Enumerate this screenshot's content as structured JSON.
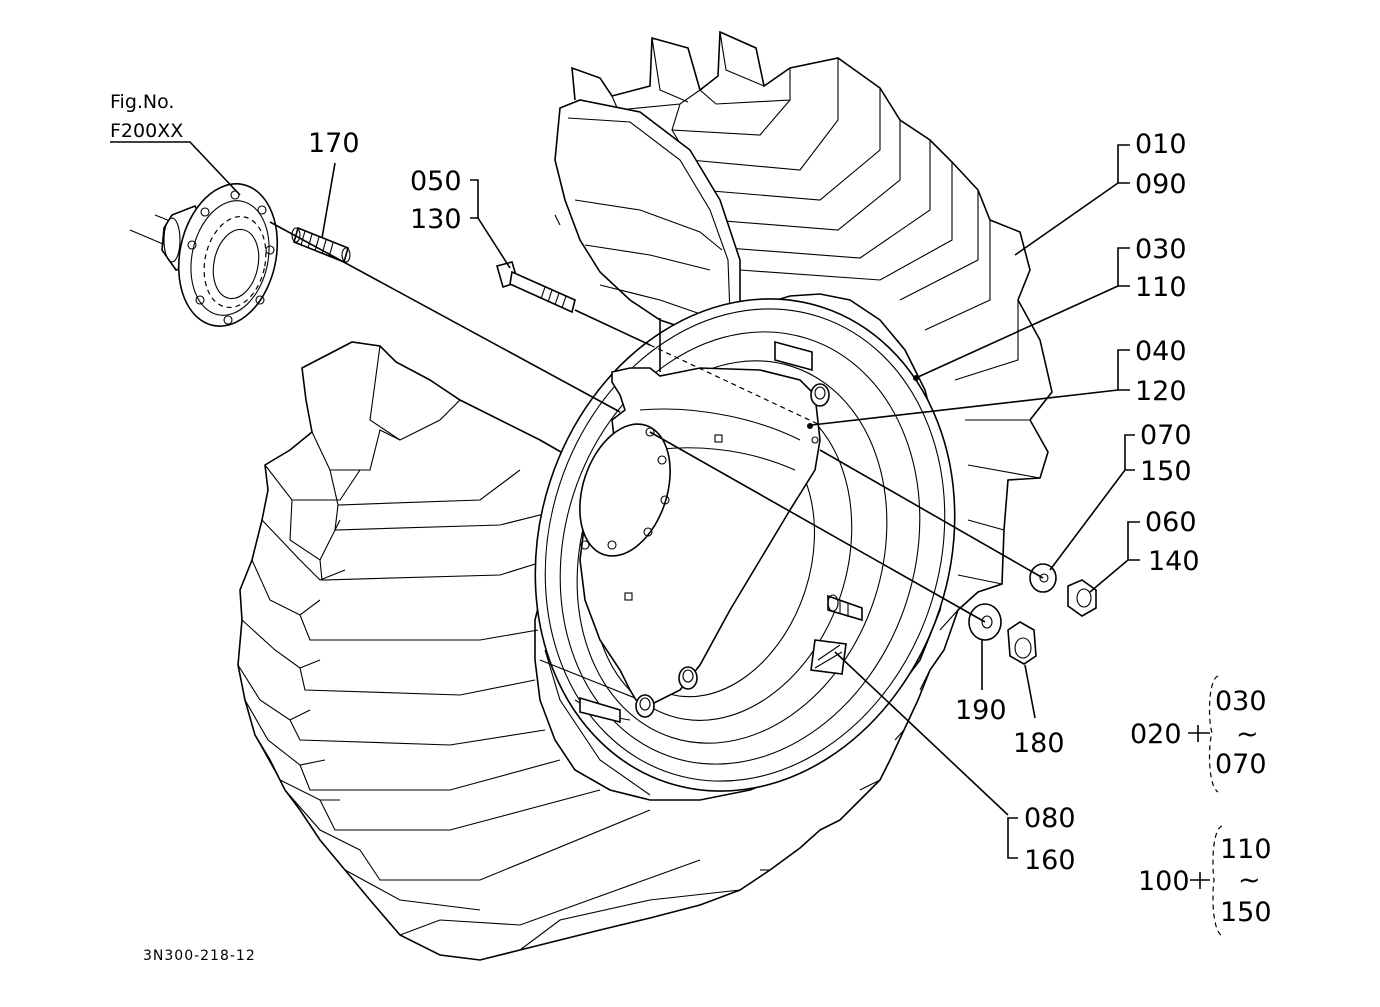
{
  "figure": {
    "fig_no_label": "Fig.No.",
    "fig_no_value": "F200XX",
    "drawing_ref": "3N300-218-12"
  },
  "callouts": {
    "c170": "170",
    "c050": "050",
    "c130": "130",
    "c010": "010",
    "c090": "090",
    "c030": "030",
    "c110": "110",
    "c040": "040",
    "c120": "120",
    "c070": "070",
    "c150": "150",
    "c060": "060",
    "c140": "140",
    "c190": "190",
    "c180": "180",
    "c080": "080",
    "c160": "160"
  },
  "assemblies": {
    "a020": {
      "label": "020",
      "from": "030",
      "tilde": "~",
      "to": "070"
    },
    "a100": {
      "label": "100",
      "from": "110",
      "tilde": "~",
      "to": "150"
    }
  }
}
